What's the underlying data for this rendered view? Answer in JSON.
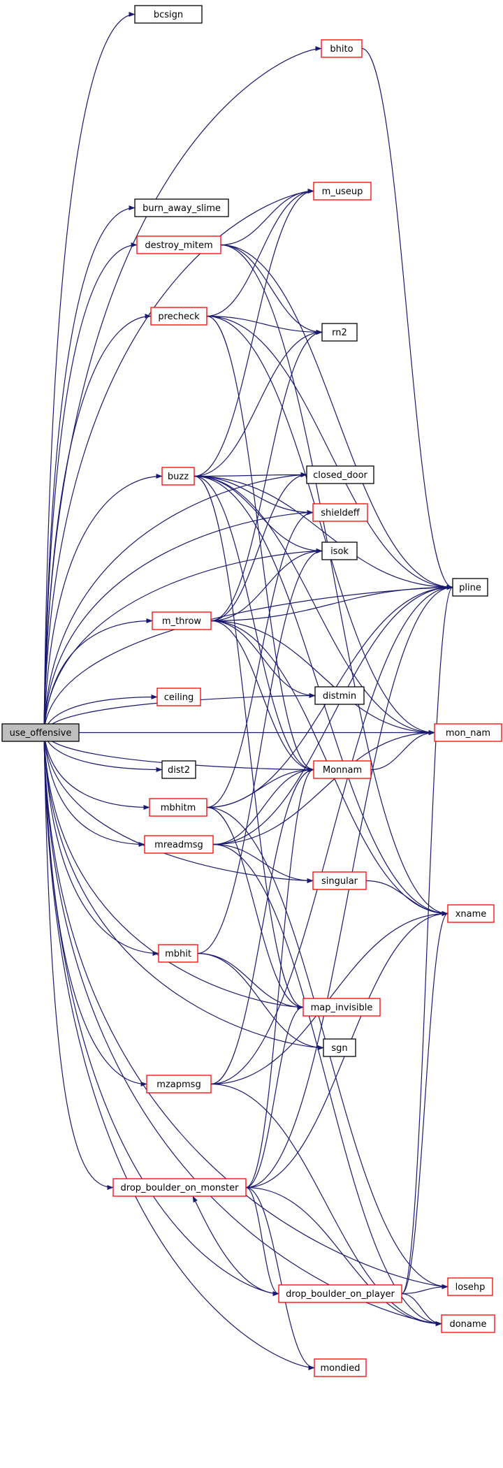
{
  "diagram": {
    "colors": {
      "edge": "#191970",
      "root_fill": "#bfbfbf",
      "root_border": "#000000",
      "documented_border": "#000000",
      "undocumented_border": "#ff0000",
      "node_fill": "#ffffff"
    },
    "nodes": [
      {
        "id": "use_offensive",
        "label": "use_offensive",
        "style": "root"
      },
      {
        "id": "bcsign",
        "label": "bcsign",
        "style": "black"
      },
      {
        "id": "bhito",
        "label": "bhito",
        "style": "red"
      },
      {
        "id": "burn_away_slime",
        "label": "burn_away_slime",
        "style": "black"
      },
      {
        "id": "destroy_mitem",
        "label": "destroy_mitem",
        "style": "red"
      },
      {
        "id": "m_useup",
        "label": "m_useup",
        "style": "red"
      },
      {
        "id": "precheck",
        "label": "precheck",
        "style": "red"
      },
      {
        "id": "rn2",
        "label": "rn2",
        "style": "black"
      },
      {
        "id": "buzz",
        "label": "buzz",
        "style": "red"
      },
      {
        "id": "closed_door",
        "label": "closed_door",
        "style": "black"
      },
      {
        "id": "shieldeff",
        "label": "shieldeff",
        "style": "red"
      },
      {
        "id": "isok",
        "label": "isok",
        "style": "black"
      },
      {
        "id": "pline",
        "label": "pline",
        "style": "black"
      },
      {
        "id": "m_throw",
        "label": "m_throw",
        "style": "red"
      },
      {
        "id": "distmin",
        "label": "distmin",
        "style": "black"
      },
      {
        "id": "ceiling",
        "label": "ceiling",
        "style": "red"
      },
      {
        "id": "mon_nam",
        "label": "mon_nam",
        "style": "red"
      },
      {
        "id": "dist2",
        "label": "dist2",
        "style": "black"
      },
      {
        "id": "Monnam",
        "label": "Monnam",
        "style": "red"
      },
      {
        "id": "mbhitm",
        "label": "mbhitm",
        "style": "red"
      },
      {
        "id": "mreadmsg",
        "label": "mreadmsg",
        "style": "red"
      },
      {
        "id": "singular",
        "label": "singular",
        "style": "red"
      },
      {
        "id": "xname",
        "label": "xname",
        "style": "red"
      },
      {
        "id": "mbhit",
        "label": "mbhit",
        "style": "red"
      },
      {
        "id": "map_invisible",
        "label": "map_invisible",
        "style": "red"
      },
      {
        "id": "sgn",
        "label": "sgn",
        "style": "black"
      },
      {
        "id": "mzapmsg",
        "label": "mzapmsg",
        "style": "red"
      },
      {
        "id": "drop_boulder_on_monster",
        "label": "drop_boulder_on_monster",
        "style": "red"
      },
      {
        "id": "drop_boulder_on_player",
        "label": "drop_boulder_on_player",
        "style": "red"
      },
      {
        "id": "losehp",
        "label": "losehp",
        "style": "red"
      },
      {
        "id": "doname",
        "label": "doname",
        "style": "red"
      },
      {
        "id": "mondied",
        "label": "mondied",
        "style": "red"
      }
    ],
    "edges": [
      [
        "use_offensive",
        "bcsign"
      ],
      [
        "use_offensive",
        "bhito"
      ],
      [
        "use_offensive",
        "burn_away_slime"
      ],
      [
        "use_offensive",
        "destroy_mitem"
      ],
      [
        "use_offensive",
        "m_useup"
      ],
      [
        "use_offensive",
        "precheck"
      ],
      [
        "use_offensive",
        "buzz"
      ],
      [
        "use_offensive",
        "closed_door"
      ],
      [
        "use_offensive",
        "shieldeff"
      ],
      [
        "use_offensive",
        "isok"
      ],
      [
        "use_offensive",
        "pline"
      ],
      [
        "use_offensive",
        "m_throw"
      ],
      [
        "use_offensive",
        "distmin"
      ],
      [
        "use_offensive",
        "ceiling"
      ],
      [
        "use_offensive",
        "mon_nam"
      ],
      [
        "use_offensive",
        "dist2"
      ],
      [
        "use_offensive",
        "Monnam"
      ],
      [
        "use_offensive",
        "mbhitm"
      ],
      [
        "use_offensive",
        "mreadmsg"
      ],
      [
        "use_offensive",
        "singular"
      ],
      [
        "use_offensive",
        "mbhit"
      ],
      [
        "use_offensive",
        "map_invisible"
      ],
      [
        "use_offensive",
        "sgn"
      ],
      [
        "use_offensive",
        "mzapmsg"
      ],
      [
        "use_offensive",
        "drop_boulder_on_monster"
      ],
      [
        "use_offensive",
        "drop_boulder_on_player"
      ],
      [
        "use_offensive",
        "losehp"
      ],
      [
        "use_offensive",
        "doname"
      ],
      [
        "use_offensive",
        "mondied"
      ],
      [
        "bhito",
        "pline"
      ],
      [
        "destroy_mitem",
        "m_useup"
      ],
      [
        "destroy_mitem",
        "rn2"
      ],
      [
        "destroy_mitem",
        "pline"
      ],
      [
        "destroy_mitem",
        "xname"
      ],
      [
        "precheck",
        "m_useup"
      ],
      [
        "precheck",
        "rn2"
      ],
      [
        "precheck",
        "pline"
      ],
      [
        "precheck",
        "mon_nam"
      ],
      [
        "precheck",
        "Monnam"
      ],
      [
        "buzz",
        "m_useup"
      ],
      [
        "buzz",
        "rn2"
      ],
      [
        "buzz",
        "closed_door"
      ],
      [
        "buzz",
        "shieldeff"
      ],
      [
        "buzz",
        "isok"
      ],
      [
        "buzz",
        "pline"
      ],
      [
        "buzz",
        "mon_nam"
      ],
      [
        "buzz",
        "Monnam"
      ],
      [
        "buzz",
        "map_invisible"
      ],
      [
        "buzz",
        "xname"
      ],
      [
        "m_throw",
        "rn2"
      ],
      [
        "m_throw",
        "closed_door"
      ],
      [
        "m_throw",
        "isok"
      ],
      [
        "m_throw",
        "pline"
      ],
      [
        "m_throw",
        "distmin"
      ],
      [
        "m_throw",
        "mon_nam"
      ],
      [
        "m_throw",
        "Monnam"
      ],
      [
        "m_throw",
        "xname"
      ],
      [
        "Monnam",
        "mon_nam"
      ],
      [
        "mbhitm",
        "shieldeff"
      ],
      [
        "mbhitm",
        "pline"
      ],
      [
        "mbhitm",
        "Monnam"
      ],
      [
        "mbhitm",
        "map_invisible"
      ],
      [
        "mbhitm",
        "losehp"
      ],
      [
        "mreadmsg",
        "pline"
      ],
      [
        "mreadmsg",
        "mon_nam"
      ],
      [
        "mreadmsg",
        "Monnam"
      ],
      [
        "mreadmsg",
        "singular"
      ],
      [
        "mreadmsg",
        "doname"
      ],
      [
        "singular",
        "xname"
      ],
      [
        "mbhit",
        "isok"
      ],
      [
        "mbhit",
        "map_invisible"
      ],
      [
        "mbhit",
        "sgn"
      ],
      [
        "mzapmsg",
        "pline"
      ],
      [
        "mzapmsg",
        "Monnam"
      ],
      [
        "mzapmsg",
        "xname"
      ],
      [
        "mzapmsg",
        "doname"
      ],
      [
        "drop_boulder_on_monster",
        "pline"
      ],
      [
        "drop_boulder_on_monster",
        "Monnam"
      ],
      [
        "drop_boulder_on_monster",
        "map_invisible"
      ],
      [
        "drop_boulder_on_monster",
        "xname"
      ],
      [
        "drop_boulder_on_monster",
        "drop_boulder_on_player"
      ],
      [
        "drop_boulder_on_monster",
        "doname"
      ],
      [
        "drop_boulder_on_monster",
        "mondied"
      ],
      [
        "drop_boulder_on_player",
        "drop_boulder_on_monster"
      ],
      [
        "drop_boulder_on_player",
        "pline"
      ],
      [
        "drop_boulder_on_player",
        "xname"
      ],
      [
        "drop_boulder_on_player",
        "losehp"
      ],
      [
        "drop_boulder_on_player",
        "doname"
      ]
    ]
  }
}
